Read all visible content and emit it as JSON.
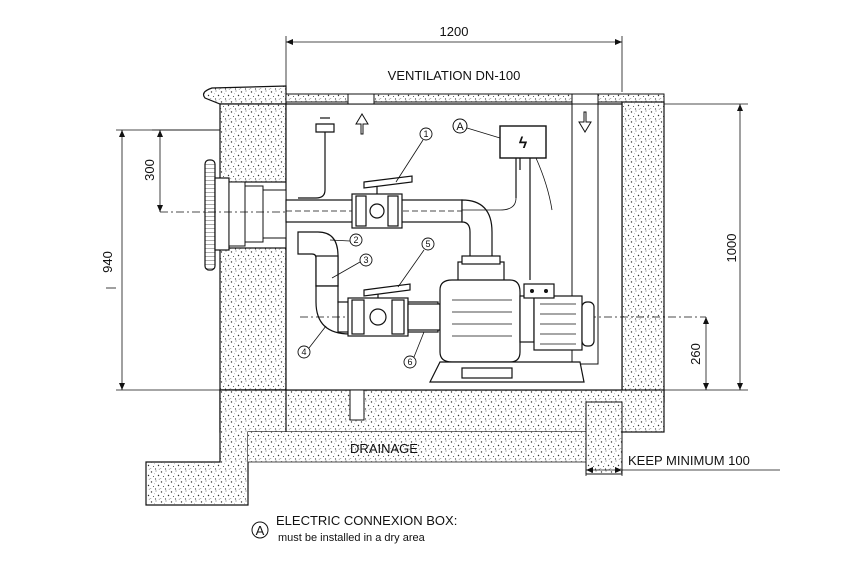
{
  "dimensions": {
    "width_top": "1200",
    "height_left": "940",
    "skimmer_height": "300",
    "height_right": "1000",
    "pump_axis_height": "260"
  },
  "labels": {
    "ventilation": "VENTILATION DN-100",
    "drainage": "DRAINAGE",
    "keep_minimum": "KEEP MINIMUM 100",
    "electric_box_symbol": "A",
    "electric_box_glyph": "ϟ"
  },
  "callouts": [
    "1",
    "2",
    "3",
    "4",
    "5",
    "6"
  ],
  "legend": {
    "symbol": "A",
    "title": "ELECTRIC CONNEXION BOX:",
    "note": "must be installed in a dry area"
  }
}
